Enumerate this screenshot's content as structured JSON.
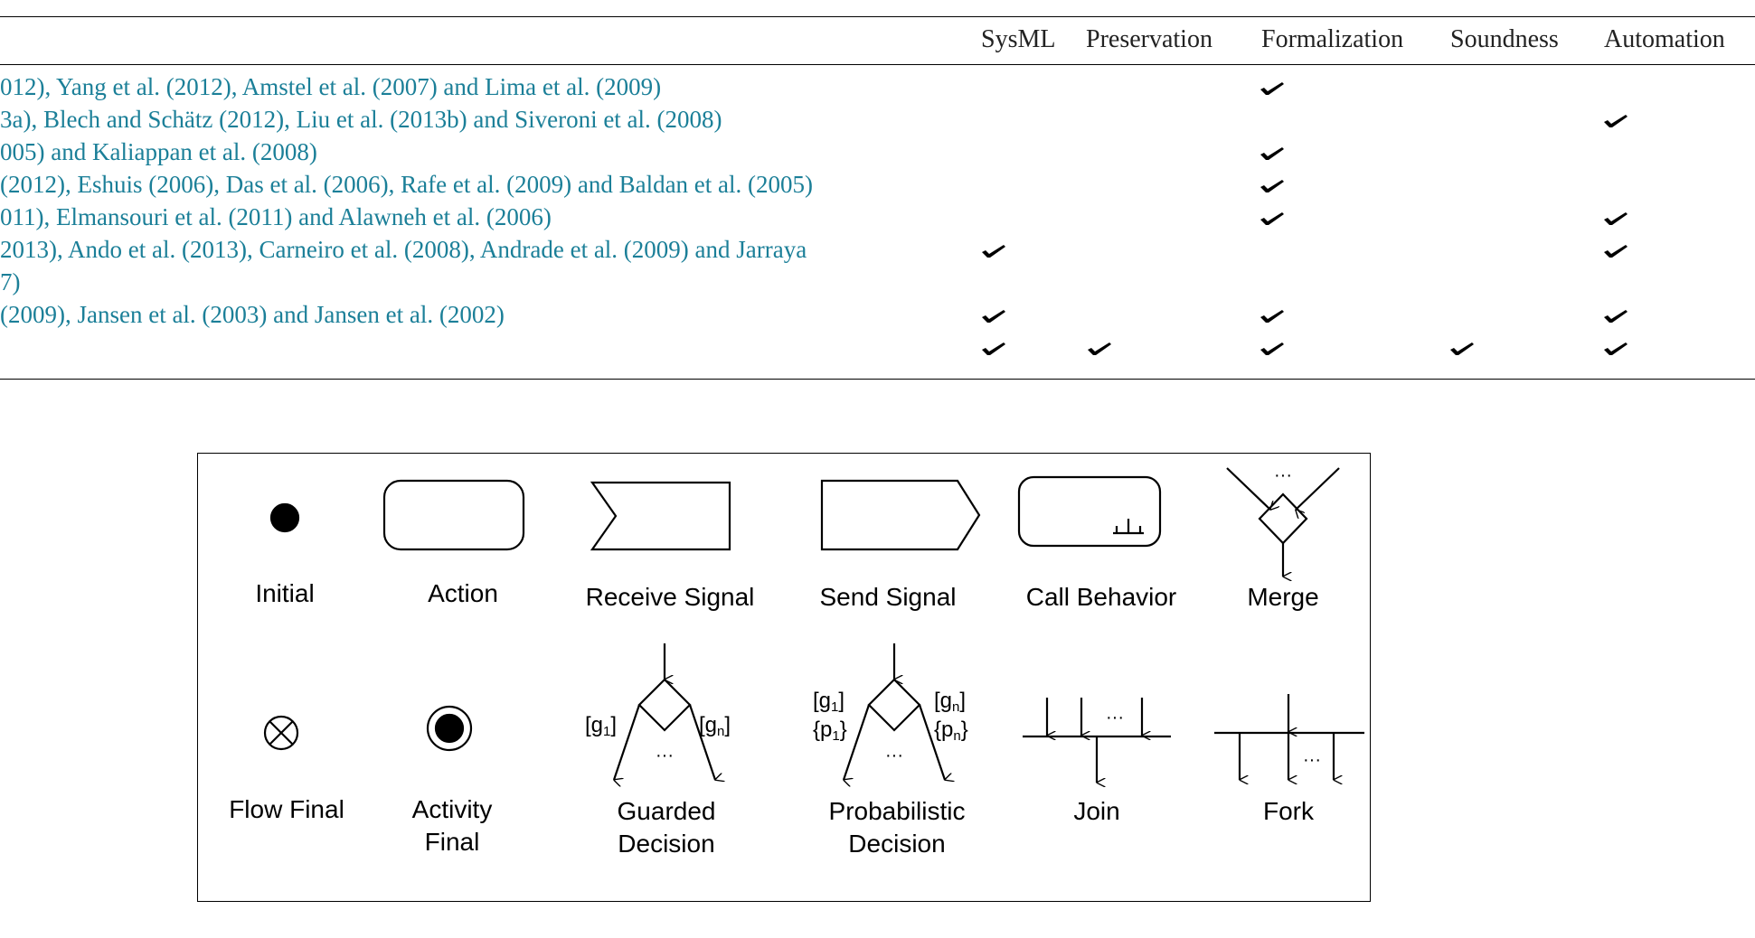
{
  "table": {
    "columns": [
      "SysML",
      "Preservation",
      "Formalization",
      "Soundness",
      "Automation"
    ],
    "rows": [
      {
        "text": "012), Yang et al. (2012), Amstel et al. (2007) and Lima et al. (2009)",
        "checks": [
          false,
          false,
          true,
          false,
          false
        ]
      },
      {
        "text": "3a), Blech and Schätz (2012), Liu et al. (2013b) and Siveroni et al. (2008)",
        "checks": [
          false,
          false,
          false,
          false,
          true
        ]
      },
      {
        "text": "005) and Kaliappan et al. (2008)",
        "checks": [
          false,
          false,
          true,
          false,
          false
        ]
      },
      {
        "text": "(2012), Eshuis (2006), Das et al. (2006), Rafe et al. (2009) and Baldan et al. (2005)",
        "checks": [
          false,
          false,
          true,
          false,
          false
        ]
      },
      {
        "text": "011), Elmansouri et al. (2011) and Alawneh et al. (2006)",
        "checks": [
          false,
          false,
          true,
          false,
          true
        ]
      },
      {
        "text": "2013), Ando et al. (2013), Carneiro et al. (2008), Andrade et al. (2009) and Jarraya",
        "continuation": "7)",
        "checks": [
          true,
          false,
          false,
          false,
          true
        ]
      },
      {
        "text": "(2009), Jansen et al. (2003) and Jansen et al. (2002)",
        "checks": [
          true,
          false,
          true,
          false,
          true
        ]
      },
      {
        "text": "",
        "checks": [
          true,
          true,
          true,
          true,
          true
        ]
      }
    ]
  },
  "figure": {
    "labels": {
      "initial": "Initial",
      "action": "Action",
      "receive_signal": "Receive Signal",
      "send_signal": "Send Signal",
      "call_behavior": "Call Behavior",
      "merge": "Merge",
      "flow_final": "Flow Final",
      "activity_final_1": "Activity",
      "activity_final_2": "Final",
      "guarded_decision_1": "Guarded",
      "guarded_decision_2": "Decision",
      "probabilistic_decision_1": "Probabilistic",
      "probabilistic_decision_2": "Decision",
      "join": "Join",
      "fork": "Fork"
    },
    "annotations": {
      "ellipsis": "···",
      "g1": "[g",
      "gn": "[g",
      "p1": "{p",
      "pn": "{p",
      "sub1": "1",
      "subn": "n",
      "close_bracket": "]",
      "close_brace": "}"
    }
  },
  "colors": {
    "citation": "#1b7f98",
    "rule": "#000000"
  }
}
